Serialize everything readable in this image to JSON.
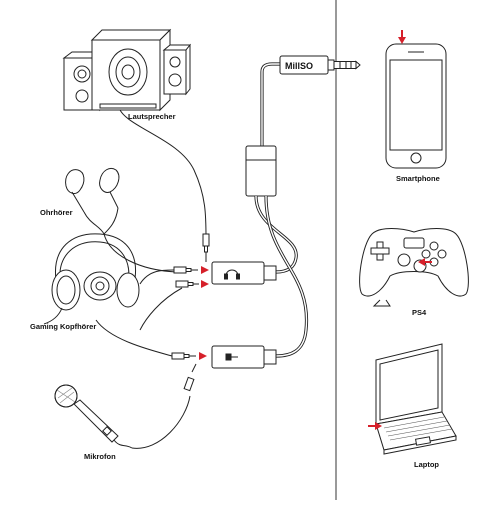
{
  "brand": "MillSO",
  "devices_left": {
    "speakers": "Lautsprecher",
    "earphones": "Ohrhörer",
    "gaming_headset": "Gaming Kopfhörer",
    "microphone": "Mikrofon"
  },
  "devices_right": {
    "smartphone": "Smartphone",
    "ps4": "PS4",
    "laptop": "Laptop"
  },
  "icons": [
    "speakers-icon",
    "earphones-icon",
    "headset-icon",
    "microphone-icon",
    "smartphone-icon",
    "gamepad-icon",
    "laptop-icon",
    "headphone-port-icon",
    "microphone-port-icon",
    "arrow-icon"
  ],
  "colors": {
    "accent_red": "#d6202a",
    "line": "#222222",
    "fill_gray": "#e6e6e6"
  }
}
